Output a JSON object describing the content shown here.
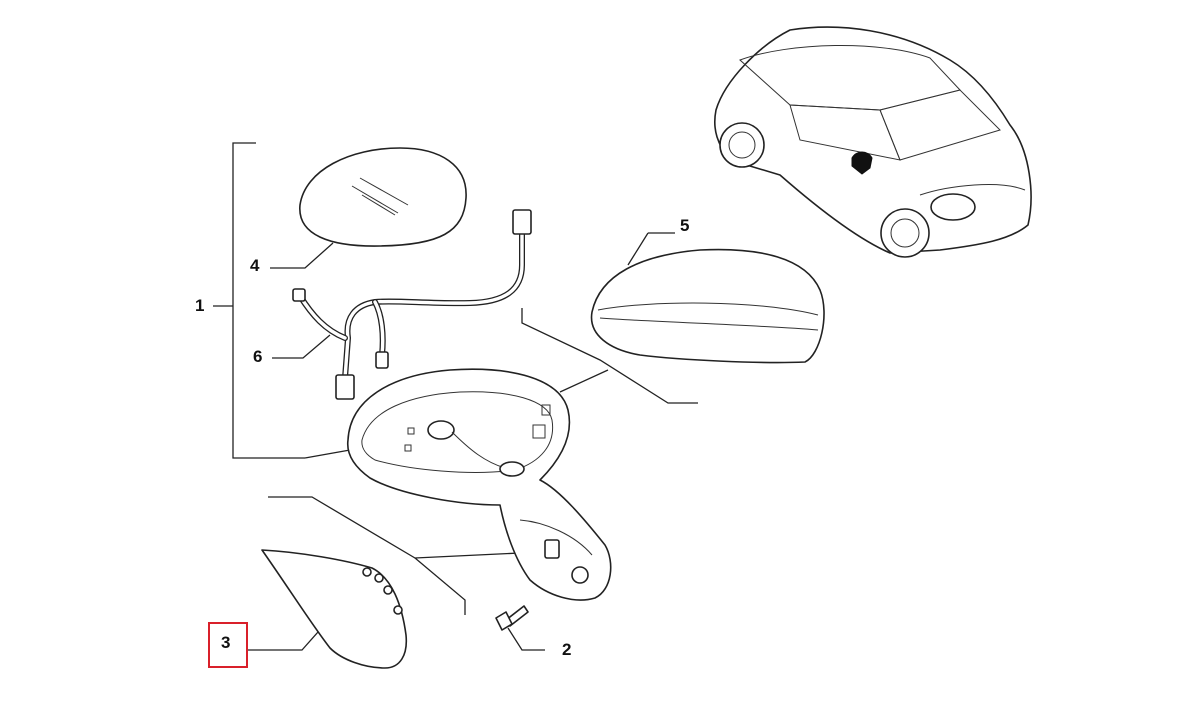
{
  "diagram": {
    "callouts": {
      "assembly": "1",
      "screw": "2",
      "lower_cover": "3",
      "mirror_glass": "4",
      "mirror_cap": "5",
      "wiring_harness": "6"
    },
    "highlighted_callout": "3",
    "highlight_color": "#d9202a",
    "line_color": "#222222"
  }
}
